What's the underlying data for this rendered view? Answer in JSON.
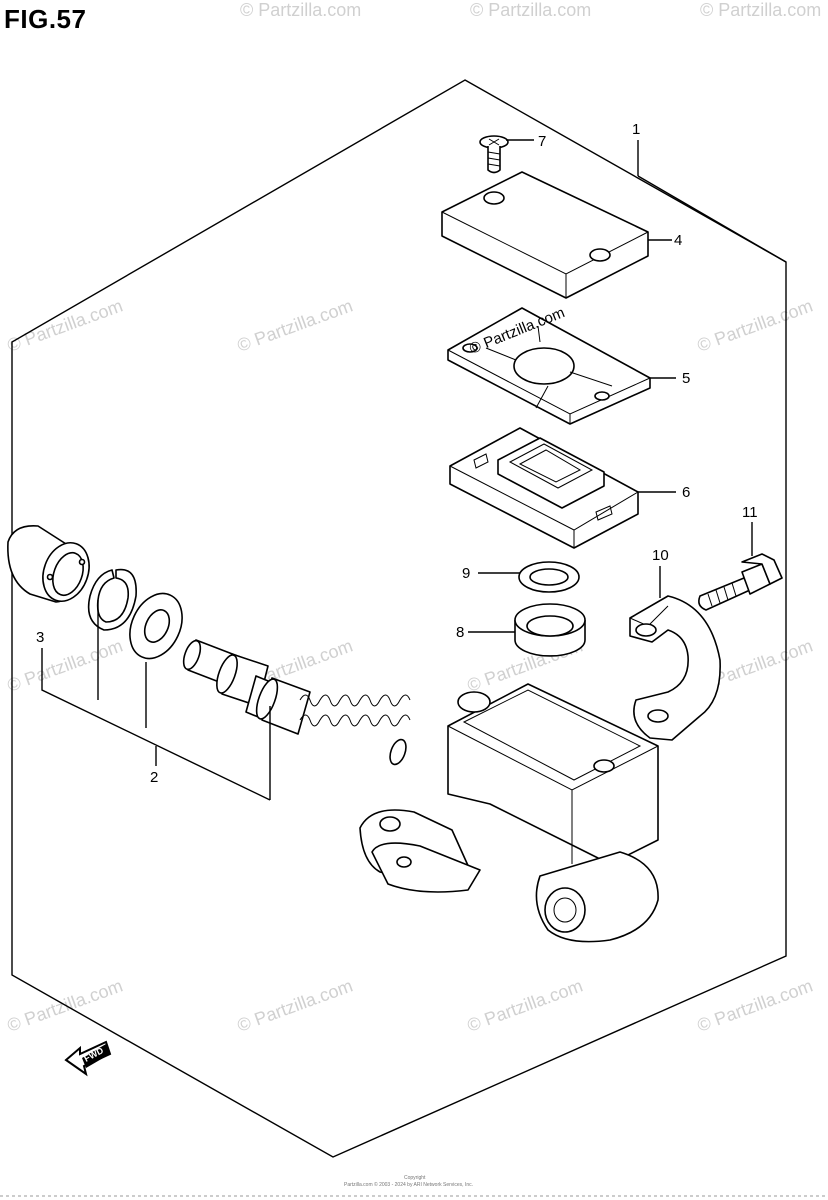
{
  "figure": {
    "title": "FIG.57"
  },
  "watermark": {
    "text": "© Partzilla.com",
    "overlay_text": "© Partzilla.com"
  },
  "callouts": [
    {
      "id": "1",
      "label": "1"
    },
    {
      "id": "2",
      "label": "2"
    },
    {
      "id": "3",
      "label": "3"
    },
    {
      "id": "4",
      "label": "4"
    },
    {
      "id": "5",
      "label": "5"
    },
    {
      "id": "6",
      "label": "6"
    },
    {
      "id": "7",
      "label": "7"
    },
    {
      "id": "8",
      "label": "8"
    },
    {
      "id": "9",
      "label": "9"
    },
    {
      "id": "10",
      "label": "10"
    },
    {
      "id": "11",
      "label": "11"
    }
  ],
  "direction_badge": {
    "label": "FWD"
  },
  "footer": {
    "copyright": "Copyright",
    "line2": "Partzilla.com © 2003 - 2024 by ARI Network Services, Inc."
  }
}
